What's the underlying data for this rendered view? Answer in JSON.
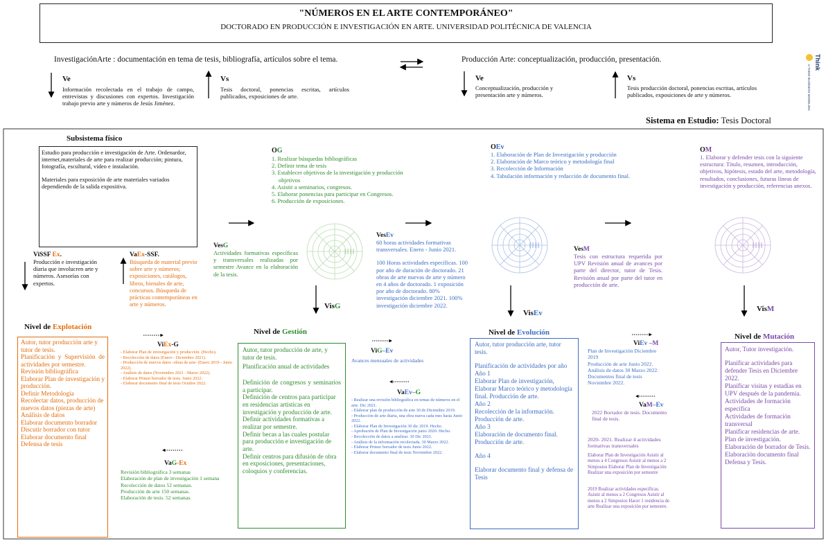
{
  "header": {
    "title": "\"NÚMEROS EN EL ARTE CONTEMPORÁNEO\"",
    "subtitle": "DOCTORADO EN PRODUCCIÓN E INVESTIGACIÓN EN ARTE. UNIVERSIDAD POLITÉCNICA DE VALENCIA"
  },
  "environment": {
    "left_heading": "InvestigaciónArte : documentación en tema de tesis, bibliografía, artículos sobre el tema.",
    "right_heading": "Producción Arte: conceptualización, producción, presentación.",
    "left_ve_label": "Ve",
    "left_ve_text": "Información recolectada en el trabajo de campo, entrevistas y discusiones con expertos. Investigación trabajo previo arte y números de Jesús Jiménez.",
    "left_vs_label": "Vs",
    "left_vs_text": "Tesis doctoral, ponencias escritas, artículos publicados, exposiciones de arte.",
    "right_ve_label": "Ve",
    "right_ve_text": "Conceptualización, producción y presentación arte y números.",
    "right_vs_label": "Vs",
    "right_vs_text": "Tesis producción doctoral, ponencias escritas, artículos publicados, exposiciones de arte y números.",
    "logo_text": "Think",
    "logo_sub": "©THINK BUSINESS MODELING"
  },
  "system": {
    "label": "Sistema en Estudio:",
    "value": "Tesis Doctoral"
  },
  "physical": {
    "title": "Subsistema físico",
    "text1": "Estudio para producción e investigación de Arte. Ordenardor, internet,materiales de arte para realizar producción; pintura, fotografía, escultural, video e instalación.",
    "text2": "Materiales para exposición de arte materiales variados dependiendo de la salida expositiva."
  },
  "og": {
    "label_o": "O",
    "label_g": "G",
    "items": [
      "1. Realizar búsquedas bibliográficas",
      "2. Definir tema de tesis",
      "3. Establecer objetivos de la investigación y producción objetivos",
      "4. Asistir a seminarios, congresos.",
      "5. Elaborar ponencias para participar en Congresos.",
      "6. Producción de exposiciones."
    ]
  },
  "oev": {
    "label_o": "O",
    "label_ev": "Ev",
    "items": [
      "1. Elaboración de Plan de Investigación y producción",
      "2. Elaboración de Marco teórico y metodología final",
      "3. Recolección de Información",
      "4. Tabulación información y redacción de documento final."
    ]
  },
  "om": {
    "label_o": "O",
    "label_m": "M",
    "text": "1. Elaborar y defender tesis con la siguiente estructura: Título, resumen, introducción, objetivos, hipótesis, estado del arte, metodología, resultados, conclusiones, futuras líneas de investigación y producción, referencias anexos."
  },
  "vissf": {
    "label_a": "ViSSF",
    "label_b": "Ex",
    "text": "Producción e investigación diaria que involucren arte y números. Asesorías con expertos."
  },
  "vaex_ssf": {
    "label_a": "Va",
    "label_b": "Ex",
    "label_c": "-SSF.",
    "text": "Búsqueda de material previo sobre arte y números; exposiciones, catálogos, libros, bienales de arte, concursos. Búsqueda de prácticas contemporáneas en arte y números."
  },
  "vesg": {
    "label_a": "Ves",
    "label_b": "G",
    "text": "Actividades formativas específicas y transversales realizadas por semestre Avance en la elaboración de la tesis."
  },
  "vesev": {
    "label_a": "Ves",
    "label_b": "Ev",
    "p1": "60 horas actividades formativas transversales. Enero - Junio 2021.",
    "p2": "100 Horas actividades específicas. 100 por año de duración de doctorado. 21 obras de arte nuevas de arte y número en 4 años de doctorado. 1 exposición por año de doctorado. 80% investigación diciembre 2021. 100% investigación diciembre 2022."
  },
  "vesm": {
    "label_a": "Ves",
    "label_b": "M",
    "text": "Tesis con estructura requerida por UPV Revisión anual de avances por parte del director, tutor de Tesis. Revisión anual por parte del tutor en producción de arte."
  },
  "vis_labels": {
    "visg_a": "Vis",
    "visg_b": "G",
    "visev_a": "Vis",
    "visev_b": "Ev",
    "vism_a": "Vis",
    "vism_b": "M"
  },
  "levels": {
    "explotacion": {
      "label_a": "Nivel de",
      "label_b": "Explotación",
      "items": [
        "Autor, tutor producción arte y tutor de tesis.",
        "Planificación y Supervisión de actividades por semestre.",
        "Revisión bibliográfica",
        "Elaborar Plan de investigación y producción.",
        "Definir Metodología",
        "Recolectar datos, producción de nuevos datos (piezas de arte)",
        "Análisis de datos",
        "Elaborar documento borrador",
        "Discutir borrador con tutor",
        "Elaborar documento final",
        "Defensa de tesis"
      ]
    },
    "gestion": {
      "label_a": "Nivel de",
      "label_b": "Gestión",
      "items": [
        "Autor, tutor producción de arte, y tutor de tesis.",
        "Planificación anual de actividades",
        "Definición de congresos y seminarios a participar.",
        "Definición de centros para participar en residencias artísticas en investigación y producción de arte.",
        "Definir actividades formativas a realizar por semestre.",
        "Definir becas a las cuales postular para producción e investigación de arte.",
        "Definir centros para difusión de obra en exposiciones, presentaciones, coloquios y conferencias."
      ]
    },
    "evolucion": {
      "label_a": "Nivel de",
      "label_b": "Evolución",
      "items": [
        "Autor, tutor producción arte, tutor tesis.",
        "Planificación de actividades por año",
        "Año 1",
        "Elaborar Plan de investigación, Elaborar Marco teórico y metodología final. Producción de arte.",
        "Año 2",
        "Recolección de la información. Producción de arte.",
        "Año 3",
        "Elaboración de documento final. Producción de arte.",
        "Año 4",
        "Elaborar documento final y defensa de Tesis"
      ]
    },
    "mutacion": {
      "label_a": "Nivel de",
      "label_b": "Mutación",
      "items": [
        "Autor, Tutor investigación.",
        "Planificar actividades para defender Tesis en Diciembre 2022.",
        "Planificar visitas y estadías en UPV después de la pandemia.",
        "Actividades de formación específica",
        "Actividades de formación transversal",
        "Planificar residencias de arte.",
        "Plan de investigación.",
        "Elaboración de borrador de Tesis.",
        "Elaboración documento final Defensa y Tesis."
      ]
    }
  },
  "viex_g": {
    "label_a": "Vi",
    "label_b": "Ex",
    "label_c": "-G",
    "items": [
      "- Elaborar Plan de investigación y producción. (Hecho).",
      "- Recolección de datos (Enero - Diciembre 2021).",
      "- Producción de nuevos datos -obras de arte- (Enero 2019 - Junio 2022).",
      "- Análisis de datos (Noviembre 2021 - Marzo 2022).",
      "- Elaborar Primer borrador de tesis. Junio 2022.",
      "- Elaborar documento final de tesis Octubre 2022."
    ]
  },
  "vag_ex": {
    "label_a": "Va",
    "label_b": "G",
    "label_c": "-Ex",
    "items": [
      "Revisión bibliográfica 3 semanas",
      "Elaboración de plan de investigación 1 semana",
      "Recolección de datos 52 semanas.",
      "Producción de arte 150 semanas.",
      "Elaboración de tesis. 52 semanas."
    ]
  },
  "vig_ev": {
    "label_a": "Vi",
    "label_b": "G",
    "label_c": "–Ev",
    "text": "Avances mensuales de actividades"
  },
  "vaev_g": {
    "label_a": "Va",
    "label_b": "Ev",
    "label_c": "–G",
    "items": [
      "- Realizar una revisión bibliográfica en temas de números en el arte. Dic 2021.",
      "- Elaborar plan de producción de arte 30 de Diciembre 2019.",
      "- Producción de arte diaria, una obra nueva cada mes hasta Junio 2022.",
      "- Elaborar Plan de Investigación 30 dic 2019. Hecho.",
      "- Aprobación de Plan de Investigación junio 2020. Hecho.",
      "- Recolección de datos a analizar. 30 Dic 2021.",
      "- Análisis de la información recolectada. 30 Marzo 2022.",
      "- Elaborar Primer borrador de tesis Junio 2022.",
      "- Elaborar documento final de tesis Noviembre 2022."
    ]
  },
  "viev_m": {
    "label_a": "Vi",
    "label_b": "Ev",
    "label_c": " –M",
    "items": [
      "Plan de Investigación Diciembre 2019",
      "Producción de arte Junio 2022.",
      "Análisis de datos 30 Marzo 2022.",
      "Documentos final de tesis Noviembre 2022."
    ]
  },
  "vam_ev": {
    "label_a": "Va",
    "label_b": "M",
    "label_c": "–Ev",
    "p1": "2022 Borrador de tesis. Documento final de tesis.",
    "p2": "2020- 2021. Realizar 4 actividades formativas transversales",
    "p3": "Elaborar Plan de Investigación Asistir al menos a 4 Congresos Asistir al menos a 2 Simposios Elaborar Plan de Investigación Realizar una exposición por semestre",
    "p4": "2019 Realizar actividades específicas. Asistir al menos a 2 Congresos Asistir al menos a 2 Simposios Hacer 1 residencia de arte Realizar una exposición por semestre."
  },
  "colors": {
    "orange": "#e36c0a",
    "green": "#2e8b2e",
    "blue": "#3b6cc2",
    "purple": "#7b4aa8",
    "radar_green": "#b9dbb0",
    "radar_blue": "#a9c0e6",
    "radar_purple": "#c9b5de"
  }
}
